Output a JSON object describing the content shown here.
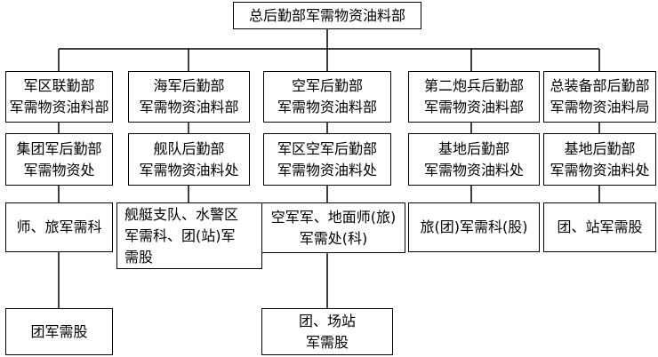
{
  "root": {
    "lines": [
      "总后勤部军需物资油料部"
    ]
  },
  "columns": [
    {
      "levels": [
        {
          "lines": [
            "军区联勤部",
            "军需物资油料部"
          ]
        },
        {
          "lines": [
            "集团军后勤部",
            "军需物资处"
          ]
        },
        {
          "lines": [
            "师、旅军需科"
          ]
        },
        {
          "lines": [
            "团军需股"
          ]
        }
      ]
    },
    {
      "levels": [
        {
          "lines": [
            "海军后勤部",
            "军需物资油料部"
          ]
        },
        {
          "lines": [
            "舰队后勤部",
            "军需物资油料处"
          ]
        },
        {
          "lines": [
            "舰艇支队、水警区",
            "军需科、团(站)军",
            "需股"
          ]
        }
      ]
    },
    {
      "levels": [
        {
          "lines": [
            "空军后勤部",
            "军需物资油料部"
          ]
        },
        {
          "lines": [
            "军区空军后勤部",
            "军需物资油料处"
          ]
        },
        {
          "lines": [
            "空军军、地面师(旅)",
            "军需处(科)"
          ]
        },
        {
          "lines": [
            "团、场站",
            "军需股"
          ]
        }
      ]
    },
    {
      "levels": [
        {
          "lines": [
            "第二炮兵后勤部",
            "军需物资油料部"
          ]
        },
        {
          "lines": [
            "基地后勤部",
            "军需物资油料处"
          ]
        },
        {
          "lines": [
            "旅(团)军需科(股)"
          ]
        }
      ]
    },
    {
      "levels": [
        {
          "lines": [
            "总装备部后勤部",
            "军需物资油料局"
          ]
        },
        {
          "lines": [
            "基地后勤部",
            "军需物资油料处"
          ]
        },
        {
          "lines": [
            "团、站军需股"
          ]
        }
      ]
    }
  ]
}
